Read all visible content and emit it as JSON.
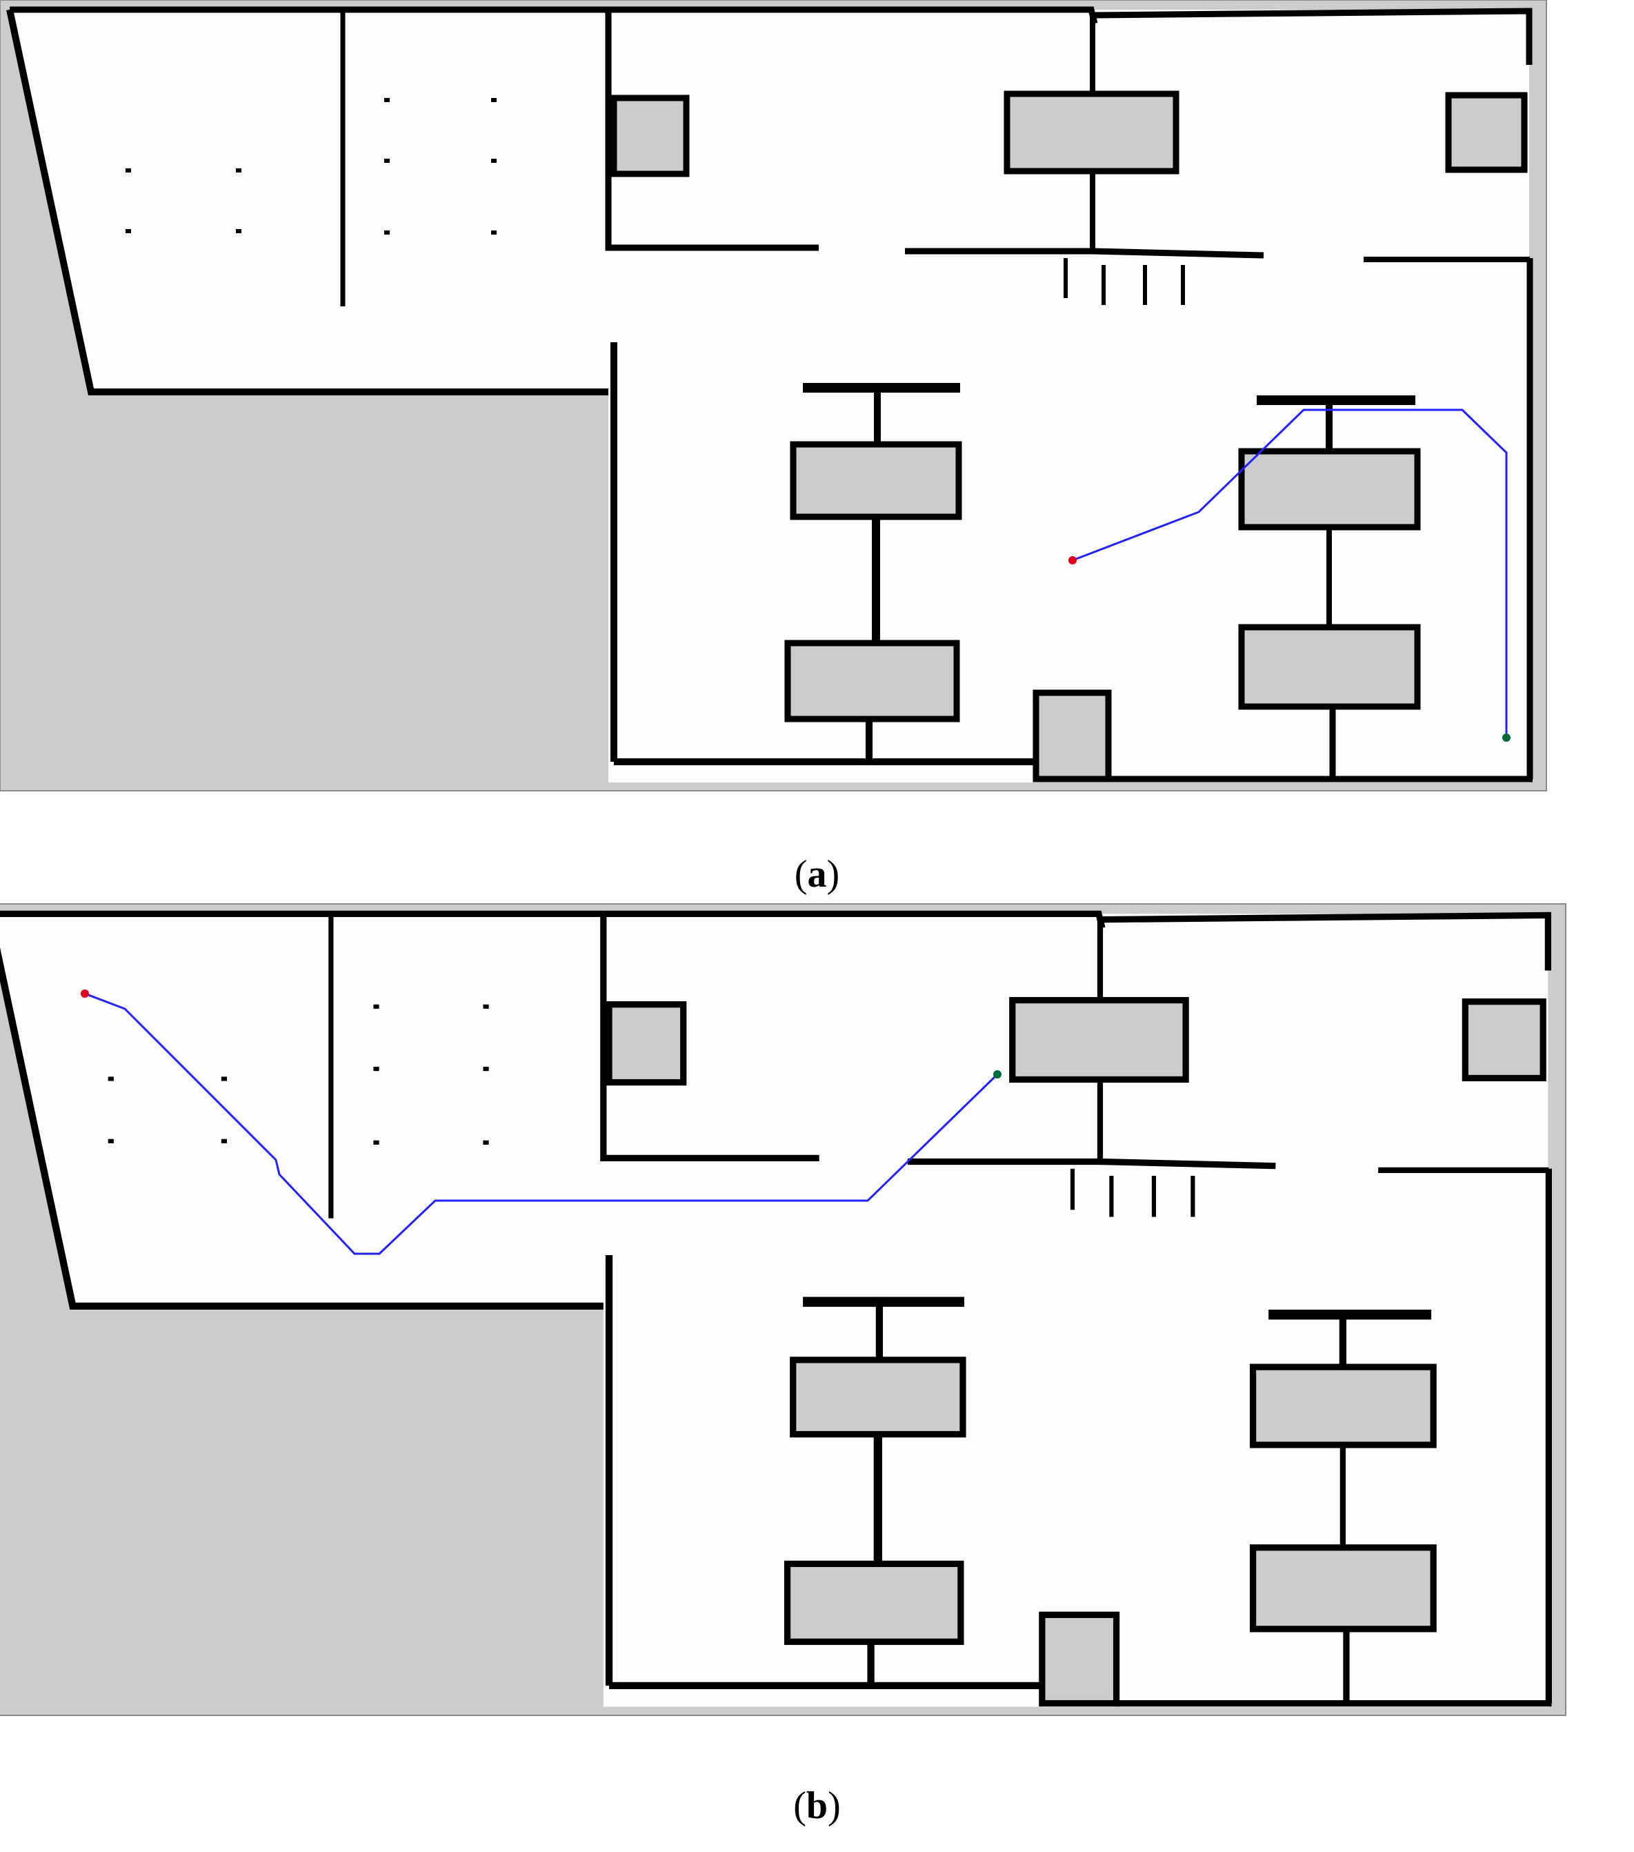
{
  "panels": [
    {
      "id": "a",
      "caption": "(a)",
      "caption_letter": "a",
      "path": {
        "color": "#2121ff",
        "start_color": "#e0001c",
        "goal_color": "#006b3a",
        "points": [
          [
            1555,
            812
          ],
          [
            1738,
            742
          ],
          [
            1890,
            594
          ],
          [
            2120,
            594
          ],
          [
            2184,
            656
          ],
          [
            2184,
            1069
          ]
        ]
      }
    },
    {
      "id": "b",
      "caption": "(b)",
      "caption_letter": "b",
      "path": {
        "color": "#2121ff",
        "start_color": "#e0001c",
        "goal_color": "#006b3a",
        "points": [
          [
            123,
            1440
          ],
          [
            181,
            1462
          ],
          [
            400,
            1681
          ],
          [
            405,
            1702
          ],
          [
            514,
            1817
          ],
          [
            550,
            1817
          ],
          [
            631,
            1740
          ],
          [
            1258,
            1740
          ],
          [
            1446,
            1557
          ]
        ]
      }
    }
  ],
  "colors": {
    "unknown": "#cccccc",
    "free": "#fdfdfd",
    "wall": "#000000"
  }
}
